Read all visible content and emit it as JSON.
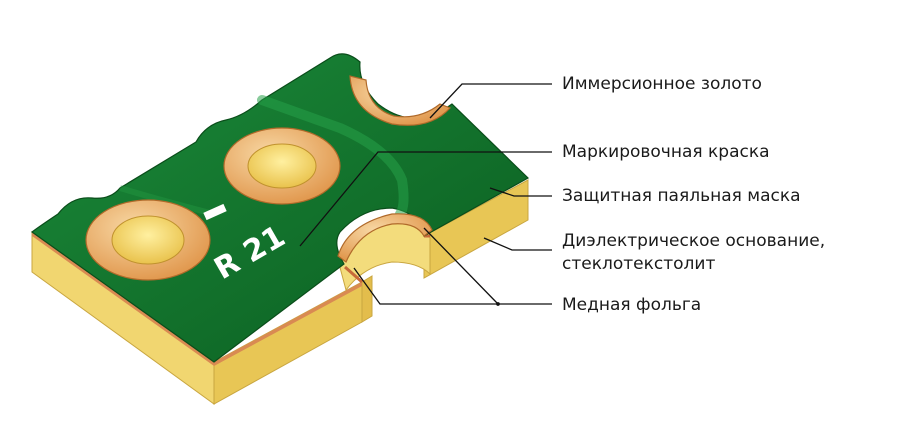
{
  "diagram": {
    "marking_text": {
      "ref": "R 21"
    },
    "callouts": [
      {
        "id": "gold",
        "text": "Иммерсионное золото"
      },
      {
        "id": "silk",
        "text": "Маркировочная краска"
      },
      {
        "id": "mask",
        "text": "Защитная паяльная маска"
      },
      {
        "id": "dielectric_1",
        "text": "Диэлектрическое основание,"
      },
      {
        "id": "dielectric_2",
        "text": "стеклотекстолит"
      },
      {
        "id": "copper",
        "text": "Медная фольга"
      }
    ],
    "colors": {
      "solder_mask": "#0e6b26",
      "solder_mask_light": "#1f8a3c",
      "substrate": "#f0d36a",
      "substrate_side": "#e7c451",
      "gold": "#e8a85a",
      "gold_light": "#f6c98a",
      "copper": "#d98a52",
      "silkscreen": "#ffffff"
    }
  }
}
